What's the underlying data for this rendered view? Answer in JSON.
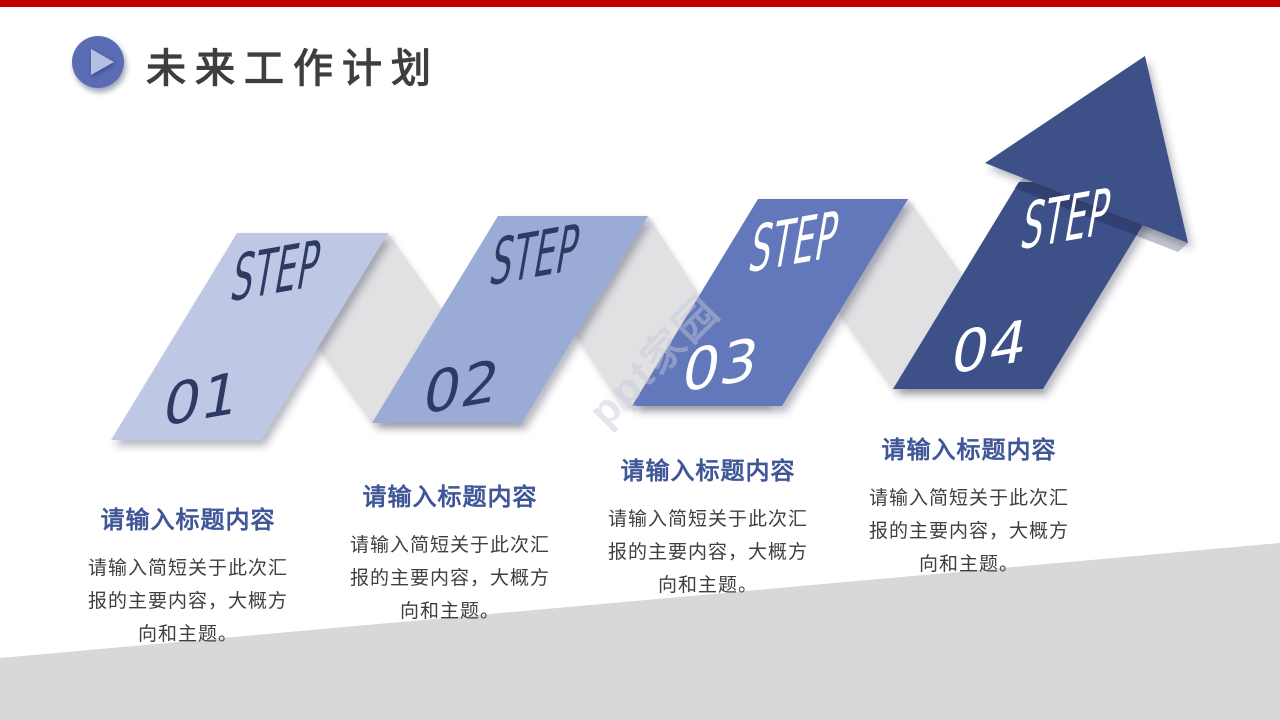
{
  "header": {
    "title": "未来工作计划",
    "icon": "play-icon"
  },
  "watermark": {
    "text": "ppt家园"
  },
  "steps": [
    {
      "label": "STEP",
      "number": "01",
      "heading": "请输入标题内容",
      "body": "请输入简短关于此次汇报的主要内容，大概方向和主题。",
      "fill": "#bec8e4",
      "label_color": "#2e3a63"
    },
    {
      "label": "STEP",
      "number": "02",
      "heading": "请输入标题内容",
      "body": "请输入简短关于此次汇报的主要内容，大概方向和主题。",
      "fill": "#9aabd6",
      "label_color": "#2e3a63"
    },
    {
      "label": "STEP",
      "number": "03",
      "heading": "请输入标题内容",
      "body": "请输入简短关于此次汇报的主要内容，大概方向和主题。",
      "fill": "#6478ba",
      "label_color": "#ffffff"
    },
    {
      "label": "STEP",
      "number": "04",
      "heading": "请输入标题内容",
      "body": "请输入简短关于此次汇报的主要内容，大概方向和主题。",
      "fill": "#3c5188",
      "label_color": "#ffffff"
    }
  ],
  "colors": {
    "top_bar": "#c00000",
    "fold_gray": "#e1e1e4",
    "ground_gray": "#d8d8d8",
    "heading_blue": "#3f5698",
    "body_text": "#3f3f3f",
    "title_text": "#3e3e3e",
    "icon_circle": "#5a6cb4",
    "icon_triangle": "#b4bfe3"
  }
}
